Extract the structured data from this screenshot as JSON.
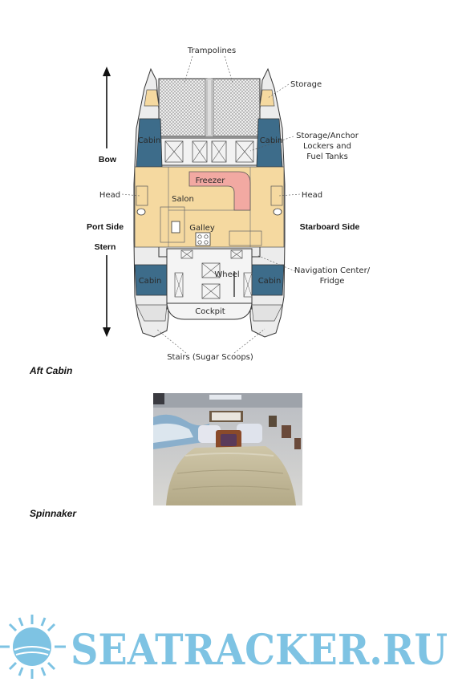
{
  "diagram": {
    "labels": {
      "trampolines": "Trampolines",
      "storage": "Storage",
      "storage_anchor_l1": "Storage/Anchor",
      "storage_anchor_l2": "Lockers and",
      "storage_anchor_l3": "Fuel Tanks",
      "bow": "Bow",
      "head_left": "Head",
      "head_right": "Head",
      "port_side": "Port Side",
      "starboard_side": "Starboard Side",
      "stern": "Stern",
      "navigation_l1": "Navigation Center/",
      "navigation_l2": "Fridge",
      "stairs": "Stairs (Sugar Scoops)",
      "cockpit": "Cockpit",
      "wheel": "Wheel",
      "freezer": "Freezer",
      "salon": "Salon",
      "galley": "Galley",
      "cabin_fl": "Cabin",
      "cabin_fr": "Cabin",
      "cabin_al": "Cabin",
      "cabin_ar": "Cabin"
    },
    "colors": {
      "cabin": "#3d6c8a",
      "salon": "#f5d9a0",
      "freezer": "#f2a9a2",
      "hull": "#e9e9e9"
    }
  },
  "sections": {
    "aft_cabin": "Aft Cabin",
    "spinnaker": "Spinnaker"
  },
  "watermark": {
    "text": "SEATRACKER.RU",
    "color": "#7ec3e3"
  }
}
